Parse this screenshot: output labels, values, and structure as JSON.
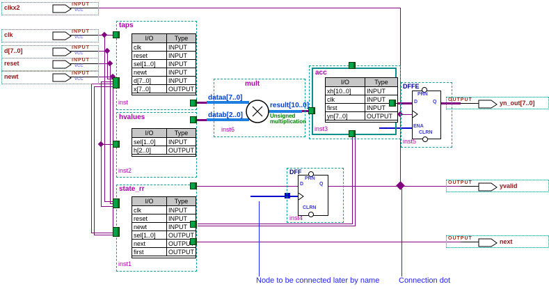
{
  "inputs": [
    {
      "name": "clkx2",
      "type": "INPUT",
      "level": "VCC"
    },
    {
      "name": "clk",
      "type": "INPUT",
      "level": "VCC"
    },
    {
      "name": "d[7..0]",
      "type": "INPUT",
      "level": "VCC"
    },
    {
      "name": "reset",
      "type": "INPUT",
      "level": "VCC"
    },
    {
      "name": "newt",
      "type": "INPUT",
      "level": "VCC"
    }
  ],
  "outputs": [
    {
      "label": "OUTPUT",
      "name": "yn_out[7..0]"
    },
    {
      "label": "OUTPUT",
      "name": "yvalid"
    },
    {
      "label": "OUTPUT",
      "name": "next"
    }
  ],
  "blocks": {
    "taps": {
      "title": "taps",
      "instance": "inst",
      "table": {
        "headers": [
          "I/O",
          "Type"
        ],
        "rows": [
          [
            "clk",
            "INPUT"
          ],
          [
            "reset",
            "INPUT"
          ],
          [
            "sel[1..0]",
            "INPUT"
          ],
          [
            "newt",
            "INPUT"
          ],
          [
            "d[7..0]",
            "INPUT"
          ],
          [
            "x[7..0]",
            "OUTPUT"
          ]
        ]
      }
    },
    "hvalues": {
      "title": "hvalues",
      "instance": "inst2",
      "table": {
        "headers": [
          "I/O",
          "Type"
        ],
        "rows": [
          [
            "sel[1..0]",
            "INPUT"
          ],
          [
            "h[2..0]",
            "OUTPUT"
          ]
        ]
      }
    },
    "state_rr": {
      "title": "state_rr",
      "instance": "inst1",
      "table": {
        "headers": [
          "I/O",
          "Type"
        ],
        "rows": [
          [
            "clk",
            "INPUT"
          ],
          [
            "reset",
            "INPUT"
          ],
          [
            "newt",
            "INPUT"
          ],
          [
            "sel[1..0]",
            "OUTPUT"
          ],
          [
            "next",
            "OUTPUT"
          ],
          [
            "first",
            "OUTPUT"
          ]
        ]
      }
    },
    "acc": {
      "title": "acc",
      "instance": "inst3",
      "table": {
        "headers": [
          "I/O",
          "Type"
        ],
        "rows": [
          [
            "xh[10..0]",
            "INPUT"
          ],
          [
            "clk",
            "INPUT"
          ],
          [
            "first",
            "INPUT"
          ],
          [
            "yn[7..0]",
            "OUTPUT"
          ]
        ]
      }
    },
    "mult": {
      "title": "mult",
      "instance": "inst6",
      "dataa": "dataa[7..0]",
      "datab": "datab[2..0]",
      "result": "result[10..0]",
      "note1": "Unsigned",
      "note2": "multiplication"
    },
    "dffe": {
      "title": "DFFE",
      "instance": "inst5",
      "d": "D",
      "q": "Q",
      "prn": "PRN",
      "clrn": "CLRN",
      "ena": "ENA"
    },
    "dff": {
      "title": "DFF",
      "instance": "inst4",
      "d": "D",
      "q": "Q",
      "prn": "PRN",
      "clrn": "CLRN"
    }
  },
  "annotations": {
    "node": "Node to be connected later by name",
    "dot": "Connection dot"
  },
  "colors": {
    "wire": "#800080",
    "bus_blue": "#1e7fe0",
    "label_blue": "#0040d0",
    "note_green": "#007a00",
    "title_magenta": "#aa00aa",
    "tab_green": "#00a347",
    "selection_teal": "#089a9a",
    "annotation_blue": "#2222ff",
    "pin_maroon": "#8b1a1a"
  }
}
